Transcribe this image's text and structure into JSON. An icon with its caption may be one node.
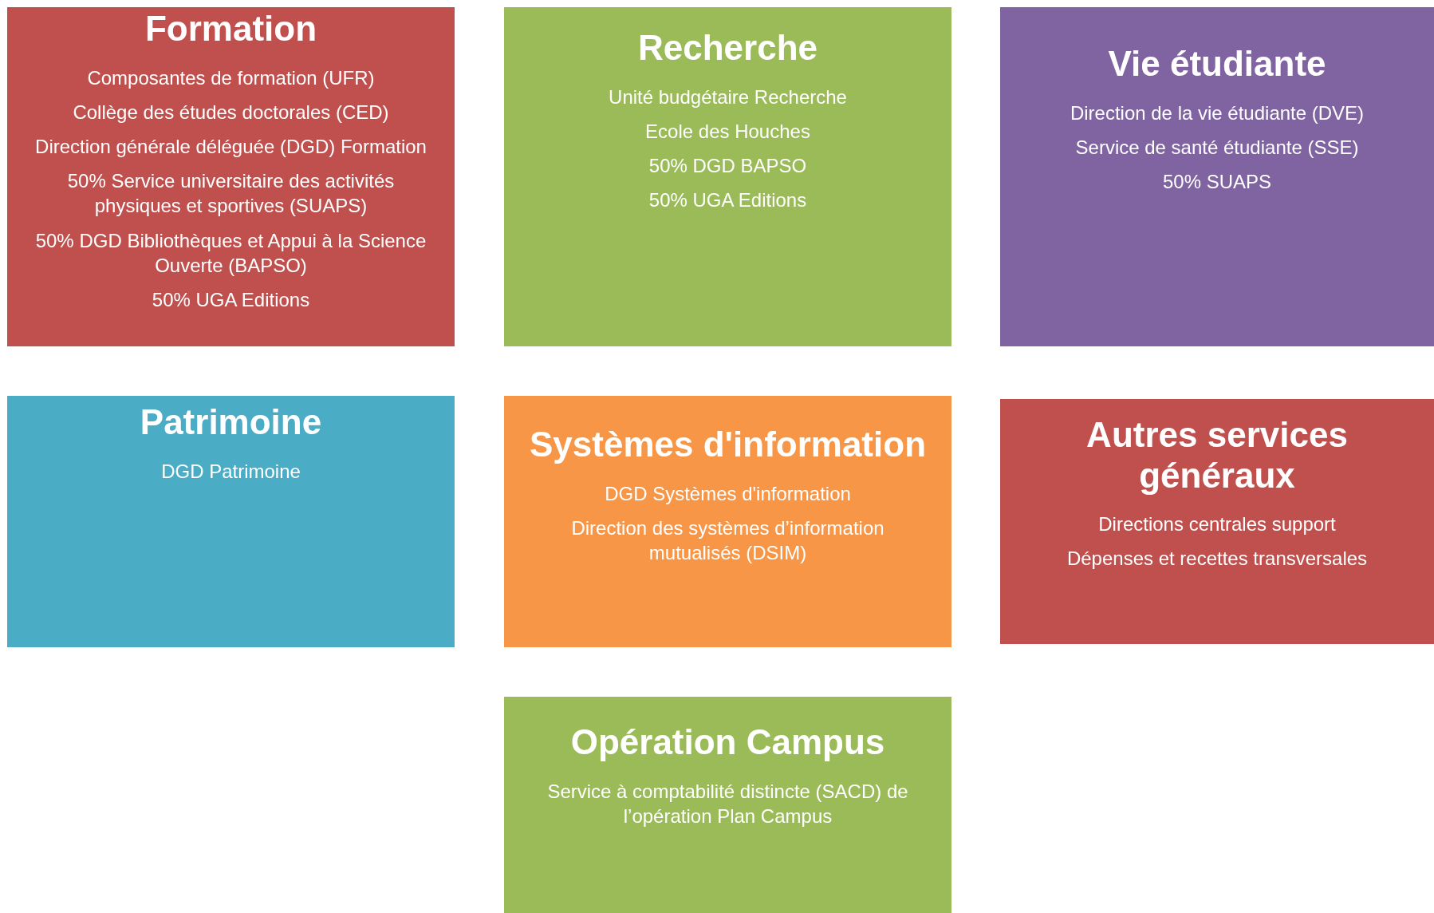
{
  "diagram": {
    "nodes": [
      {
        "text": [
          "Formation",
          "Composantes de formation (UFR)",
          "Collège des études doctorales (CED)",
          "Direction générale déléguée (DGD) Formation",
          "50% Service universitaire des activités physiques et sportives (SUAPS)",
          "50% DGD Bibliothèques et Appui à la Science Ouverte (BAPSO)",
          "50% UGA Editions"
        ]
      },
      {
        "text": [
          "Recherche",
          "Unité budgétaire Recherche",
          "Ecole des Houches",
          "50% DGD BAPSO",
          "50% UGA Editions"
        ]
      },
      {
        "text": [
          "Vie étudiante",
          "Direction de la vie étudiante (DVE)",
          "Service de santé étudiante (SSE)",
          "50% SUAPS"
        ]
      },
      {
        "text": [
          "Patrimoine",
          "DGD Patrimoine"
        ]
      },
      {
        "text": [
          "Systèmes d'information",
          "DGD Systèmes d'information",
          "Direction des systèmes d’information mutualisés (DSIM)"
        ]
      },
      {
        "text": [
          "Autres services généraux",
          "Directions centrales support",
          "Dépenses et recettes transversales"
        ]
      },
      {
        "text": [
          "Opération Campus",
          "Service à comptabilité distincte (SACD) de l’opération Plan Campus"
        ]
      }
    ]
  }
}
